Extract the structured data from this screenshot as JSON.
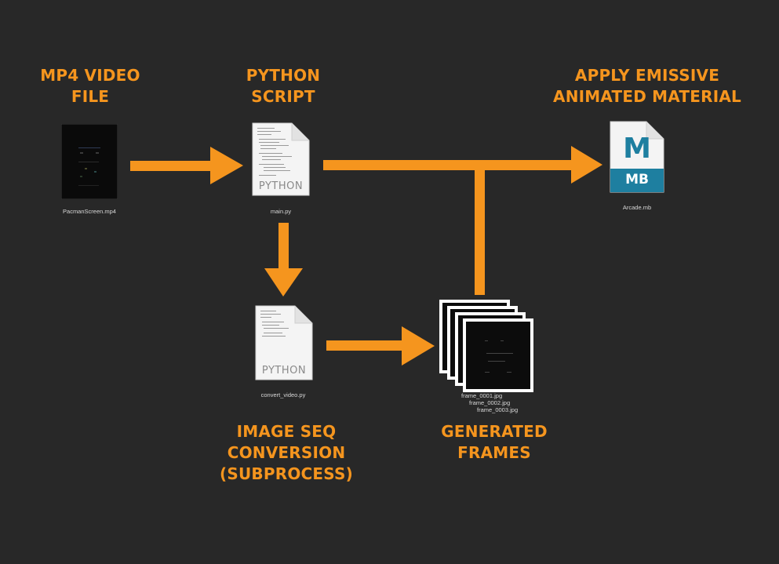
{
  "colors": {
    "background": "#282828",
    "accent": "#F5951E",
    "filename_text": "#d8d8d8",
    "maya_blue": "#1E7FA0"
  },
  "headings": {
    "mp4": [
      "MP4 VIDEO",
      "FILE"
    ],
    "python": [
      "PYTHON",
      "SCRIPT"
    ],
    "material": [
      "APPLY EMISSIVE",
      "ANIMATED MATERIAL"
    ],
    "conversion": [
      "IMAGE SEQ",
      "CONVERSION",
      "(SUBPROCESS)"
    ],
    "frames": [
      "GENERATED",
      "FRAMES"
    ]
  },
  "files": {
    "video": "PacmanScreen.mp4",
    "main_script": "main.py",
    "convert_script": "convert_video.py",
    "maya_file": "Arcade.mb",
    "frame_1": "frame_0001.jpg",
    "frame_2": "frame_0002.jpg",
    "frame_3": "frame_0003.jpg"
  },
  "icons": {
    "video": "video-file-icon",
    "python": "python-file-icon",
    "maya": "maya-binary-file-icon",
    "frames": "image-sequence-stack-icon"
  },
  "badges": {
    "python_label": "PYTHON",
    "maya_letter": "M",
    "maya_ext": "MB"
  }
}
